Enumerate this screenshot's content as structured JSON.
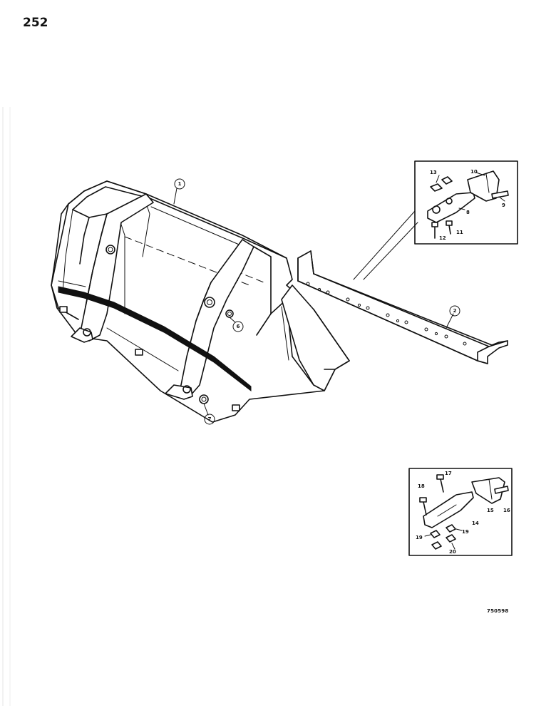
{
  "page": {
    "number": "252",
    "drawing_id": "750598"
  },
  "callouts": {
    "bucket": "1",
    "cutting_edge": "2",
    "bolt_6": "6",
    "bolt_7": "7"
  },
  "inset_top": {
    "labels": {
      "l13": "13",
      "l10": "10",
      "l9": "9",
      "l8": "8",
      "l12": "12",
      "l11": "11"
    }
  },
  "inset_bottom": {
    "labels": {
      "l17": "17",
      "l18": "18",
      "l15": "15",
      "l16": "16",
      "l14": "14",
      "l19a": "19",
      "l19b": "19",
      "l20": "20"
    }
  }
}
